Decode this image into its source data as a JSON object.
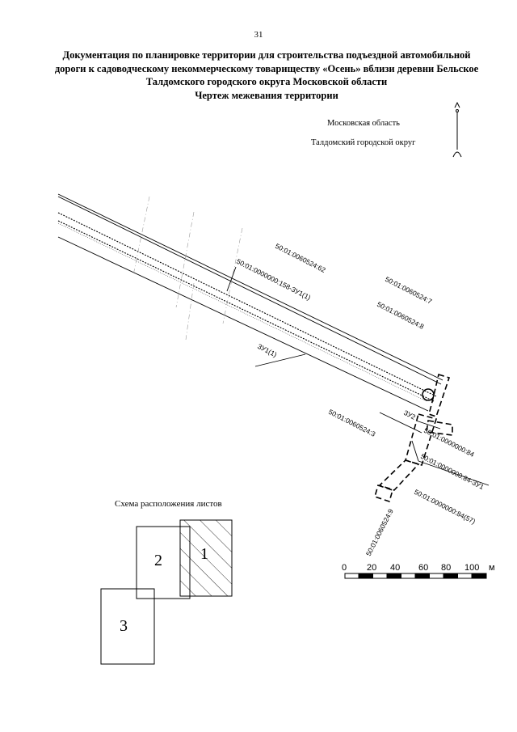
{
  "page_number": "31",
  "title": {
    "line1": "Документация по планировке территории для строительства подъездной автомобильной",
    "line2": "дороги к садоводческому некоммерческому товариществу «Осень» вблизи деревни Бельское",
    "line3": "Талдомского городского округа Московской области",
    "line4": "Чертеж межевания территории"
  },
  "region": {
    "oblast": "Московская область",
    "okrug": "Талдомский городской округ"
  },
  "parcels": {
    "p1": "50:01:0060524:62",
    "p2": "50:01:0000000:158-ЗУ1(1)",
    "p3": "50:01:0060524:7",
    "p4": "50:01:0060524:8",
    "p5": "ЗУ1(1)",
    "p6": "50:01:0060524:3",
    "p7": "ЗУ2",
    "p8": "50:01:0000000:84",
    "p9": "50:01:0000000:84-ЗУ1",
    "p10": "50:01:0000000:84(57)",
    "p11": "50:01:0060524:9"
  },
  "scale": {
    "ticks": [
      "0",
      "20",
      "40",
      "60",
      "80",
      "100"
    ],
    "unit": "м"
  },
  "scheme": {
    "title": "Схема расположения листов",
    "sheets": [
      "1",
      "2",
      "3"
    ]
  }
}
